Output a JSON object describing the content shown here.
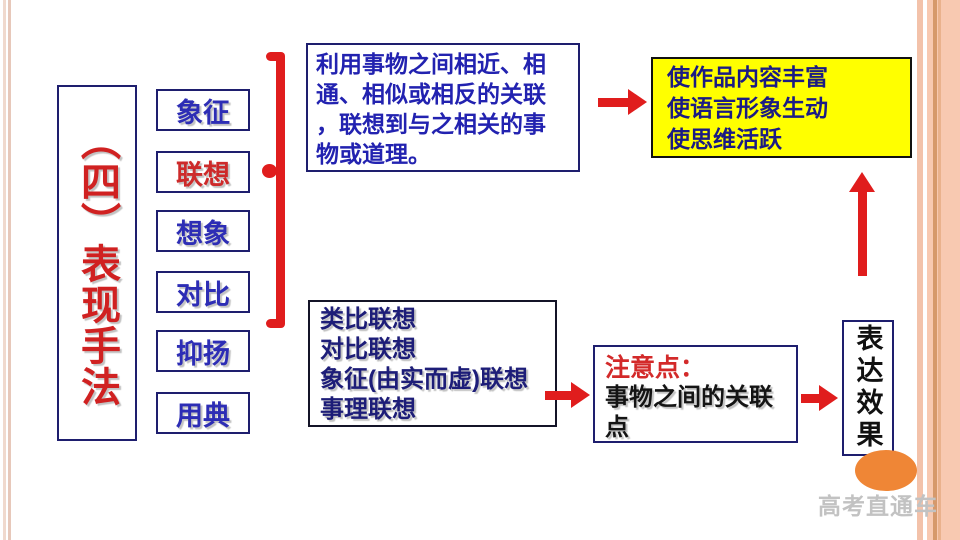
{
  "slide": {
    "watermark": "高考直通车"
  },
  "colors": {
    "accent_red": "#e01d1d",
    "box_border_navy": "#1e1e6e",
    "text_blue": "#2d2db5",
    "text_navy": "#1d1d78",
    "text_red": "#cd2a2a",
    "highlight_yellow": "#ffff00",
    "ellipse_orange": "#ef8636",
    "stripe_salmon": "#f8c9b1"
  },
  "title_box": {
    "text": "（四）表现手法"
  },
  "methods": [
    {
      "label": "象征"
    },
    {
      "label": "联想"
    },
    {
      "label": "想象"
    },
    {
      "label": "对比"
    },
    {
      "label": "抑扬"
    },
    {
      "label": "用典"
    }
  ],
  "definition_box": {
    "lines": [
      "利用事物之间相近、相",
      "通、相似或相反的关联",
      "，联想到与之相关的事",
      "物或道理。"
    ]
  },
  "effect_box": {
    "lines": [
      "使作品内容丰富",
      "使语言形象生动",
      "使思维活跃"
    ]
  },
  "types_box": {
    "lines": [
      " 类比联想",
      "对比联想",
      "象征(由实而虚)联想",
      "事理联想"
    ]
  },
  "note_box": {
    "title": "注意点：",
    "body": "事物之间的关联点"
  },
  "result_box": {
    "text": "表达效果"
  }
}
